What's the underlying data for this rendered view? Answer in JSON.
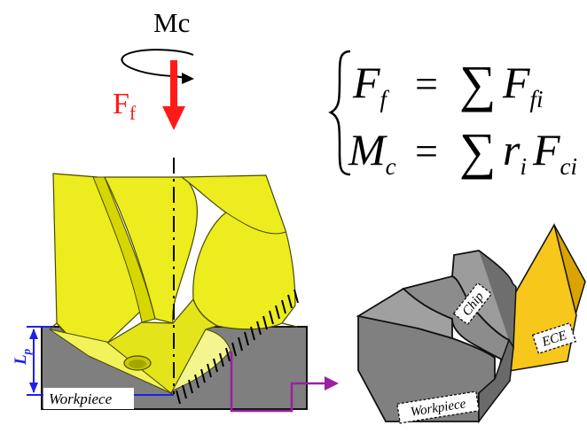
{
  "load_labels": {
    "torque": "Mc",
    "feed_force": {
      "base": "F",
      "sub": "f"
    }
  },
  "equations": {
    "line1": {
      "lhs": "F",
      "lhs_sub": "f",
      "eq": "=",
      "sum": "∑",
      "rhs": "F",
      "rhs_sub": "fi"
    },
    "line2": {
      "lhs": "M",
      "lhs_sub": "c",
      "eq": "=",
      "sum": "∑",
      "r": "r",
      "r_sub": "i",
      "rhs": "F",
      "rhs_sub": "ci"
    }
  },
  "labels": {
    "depth": "L",
    "depth_sub": "p",
    "workpiece_left": "Workpiece",
    "workpiece_right": "Workpiece",
    "chip": "Chip",
    "ece": "ECE"
  },
  "colors": {
    "drill_yellow": "#ECEC1E",
    "drill_dark": "#B5B500",
    "workpiece_gray": "#7F7F7F",
    "workpiece_top": "#9A9A9A",
    "force_red": "#FF1A1A",
    "dimension_blue": "#1F1FE8",
    "path_purple": "#9B1FA0",
    "ece_yellow": "#F7C71C"
  }
}
